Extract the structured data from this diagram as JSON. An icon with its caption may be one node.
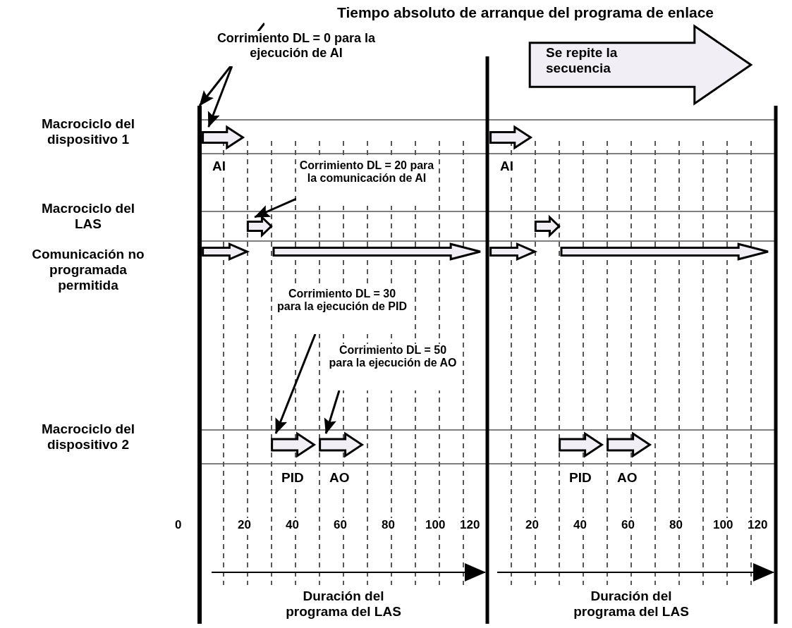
{
  "diagram": {
    "nodes": [
      {
        "text": [
          "Tiempo absoluto de arranque del programa de enlace"
        ]
      },
      {
        "text": [],
        "shape": "bar"
      },
      {
        "text": [
          "Corrimiento DL = 0 para la ejecución de AI"
        ]
      },
      {
        "text": [],
        "shape": "arrow",
        "beside": [
          "AI"
        ]
      },
      {
        "text": [
          "Corrimiento DL = 20 para la comunicación de AI"
        ]
      },
      {
        "text": [],
        "shape": "arrow"
      },
      {
        "text": [
          "Corrimiento DL = 30 para la ejecución de PID"
        ]
      },
      {
        "text": [],
        "shape": "arrow",
        "beside": [
          "PID"
        ]
      },
      {
        "text": [
          "Corrimiento DL = 50 para la ejecución de AO"
        ]
      },
      {
        "text": [],
        "shape": "arrow",
        "beside": [
          "AO"
        ]
      },
      {
        "text": [
          "Se repite la secuencia"
        ]
      },
      {
        "text": [],
        "shape": "arrow",
        "beside": [
          "AI"
        ]
      },
      {
        "text": [],
        "shape": "arrow"
      },
      {
        "text": [],
        "shape": "arrow",
        "beside": [
          "PID"
        ]
      },
      {
        "text": [],
        "shape": "arrow",
        "beside": [
          "AO"
        ]
      },
      {
        "text": [],
        "shape": "arrow"
      },
      {
        "text": [],
        "shape": "arrow"
      },
      {
        "text": [],
        "shape": "arrow"
      },
      {
        "text": [],
        "shape": "arrow"
      }
    ],
    "edges": [
      {
        "from": 0,
        "to": 1,
        "arrow": "to"
      },
      {
        "from": 2,
        "to": 3,
        "arrow": "to"
      },
      {
        "from": 4,
        "to": 5,
        "arrow": "to"
      },
      {
        "from": 6,
        "to": 7,
        "arrow": "to"
      },
      {
        "from": 8,
        "to": 9,
        "arrow": "to"
      }
    ],
    "labels": [
      "Macrociclo del dispositivo 1",
      "Macrociclo del LAS",
      "Comunicación no programada permitida",
      "Macrociclo del dispositivo 2",
      "0",
      "20",
      "40",
      "60",
      "80",
      "100",
      "120",
      "20",
      "40",
      "60",
      "80",
      "100",
      "120",
      "Duración del programa del LAS",
      "Duración del programa del LAS"
    ]
  }
}
